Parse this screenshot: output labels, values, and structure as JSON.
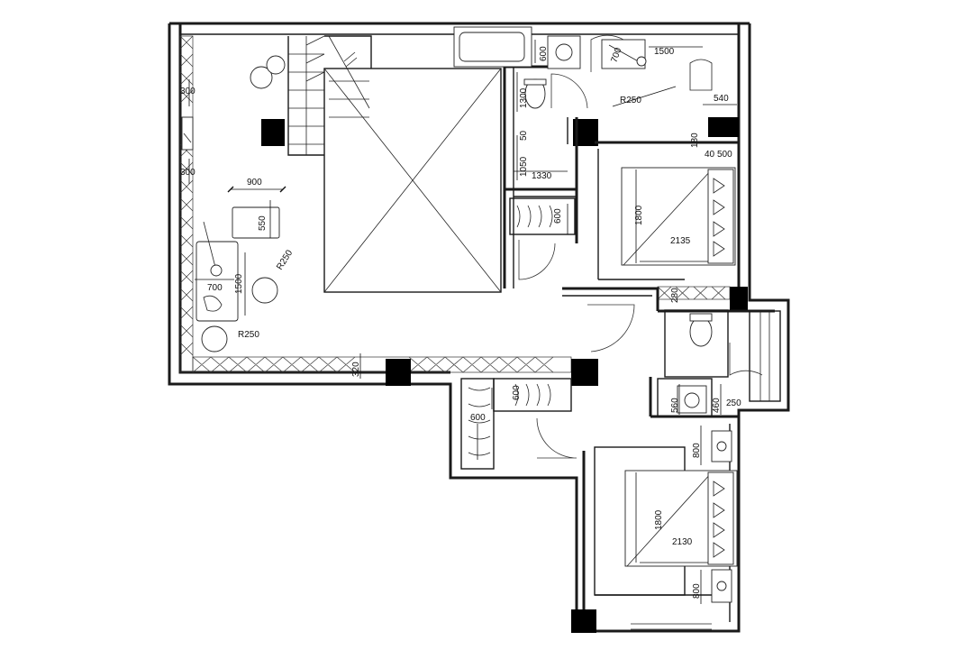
{
  "dimensions": {
    "d300a": "300",
    "d300b": "300",
    "d900": "900",
    "d550": "550",
    "d700a": "700",
    "d1500a": "1500",
    "dR250a": "R250",
    "dR250b": "R250",
    "d320": "320",
    "d600a": "600",
    "d1300": "1300",
    "d50": "50",
    "d1050": "1050",
    "d1330": "1330",
    "d600b": "600",
    "d700b": "700",
    "d1500b": "1500",
    "dR250c": "R250",
    "d540": "540",
    "d180": "180",
    "d40": "40",
    "d500": "500",
    "d1800a": "1800",
    "d2135": "2135",
    "d280": "280",
    "d560": "560",
    "d460": "460",
    "d250": "250",
    "d600c": "600",
    "d600d": "600",
    "d800a": "800",
    "d1800b": "1800",
    "d2130": "2130",
    "d800b": "800"
  }
}
